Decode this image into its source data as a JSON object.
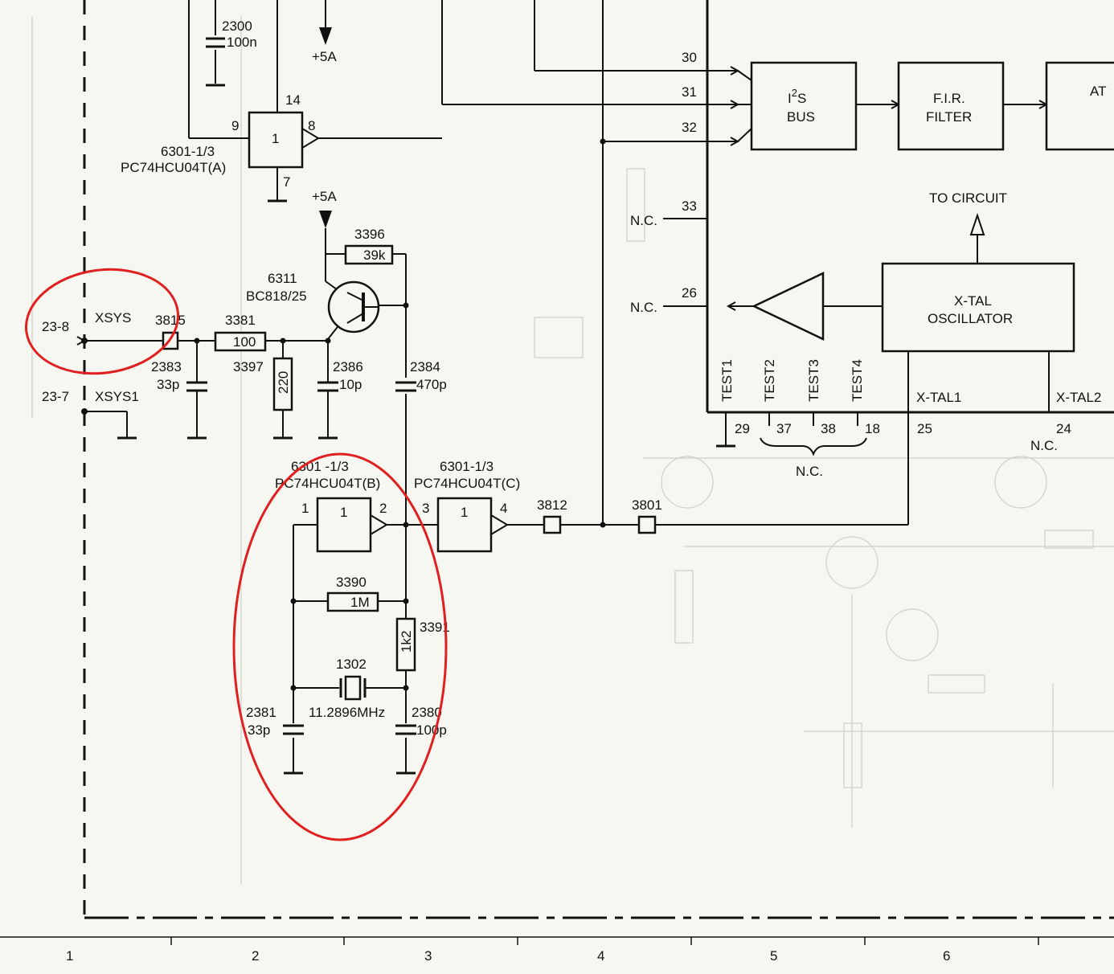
{
  "supply": {
    "label": "+5A"
  },
  "components": {
    "c2300": {
      "ref": "2300",
      "value": "100n"
    },
    "ic_a": {
      "ref": "6301-1/3",
      "part": "PC74HCU04T(A)",
      "symbol": "1",
      "pins": [
        "9",
        "8",
        "14",
        "7"
      ]
    },
    "ic_b": {
      "ref": "6301 -1/3",
      "part": "PC74HCU04T(B)",
      "symbol": "1",
      "pins": [
        "1",
        "2"
      ]
    },
    "ic_c": {
      "ref": "6301-1/3",
      "part": "PC74HCU04T(C)",
      "symbol": "1",
      "pins": [
        "3",
        "4"
      ]
    },
    "r3396": {
      "ref": "3396",
      "value": "39k"
    },
    "q6311": {
      "ref": "6311",
      "part": "BC818/25"
    },
    "r3815": {
      "ref": "3815"
    },
    "r3381": {
      "ref": "3381",
      "value": "100"
    },
    "r3397": {
      "ref": "3397",
      "value": "220"
    },
    "c2383": {
      "ref": "2383",
      "value": "33p"
    },
    "c2386": {
      "ref": "2386",
      "value": "10p"
    },
    "c2384": {
      "ref": "2384",
      "value": "470p"
    },
    "r3390": {
      "ref": "3390",
      "value": "1M"
    },
    "r3391": {
      "ref": "3391",
      "value": "1k2"
    },
    "x1302": {
      "ref": "1302",
      "value": "11.2896MHz"
    },
    "c2381": {
      "ref": "2381",
      "value": "33p"
    },
    "c2380": {
      "ref": "2380",
      "value": "100p"
    },
    "b3812": {
      "ref": "3812"
    },
    "b3801": {
      "ref": "3801"
    }
  },
  "connector": {
    "p1_ref": "23-8",
    "p1_name": "XSYS",
    "p2_ref": "23-7",
    "p2_name": "XSYS1"
  },
  "chip": {
    "pins": {
      "p30": "30",
      "p31": "31",
      "p32": "32",
      "p33": "33",
      "p26": "26",
      "p29": "29",
      "p37": "37",
      "p38": "38",
      "p18": "18",
      "p25": "25",
      "p24": "24"
    },
    "nc": "N.C.",
    "i2s_line1": "I",
    "i2s_sup": "2",
    "i2s_s": "S",
    "i2s_line2": "BUS",
    "fir_line1": "F.I.R.",
    "fir_line2": "FILTER",
    "att_label": "AT",
    "to_circuit": "TO CIRCUIT",
    "xtal_line1": "X-TAL",
    "xtal_line2": "OSCILLATOR",
    "tests": [
      "TEST1",
      "TEST2",
      "TEST3",
      "TEST4"
    ],
    "xtal1": "X-TAL1",
    "xtal2": "X-TAL2"
  },
  "grid": {
    "columns": [
      "1",
      "2",
      "3",
      "4",
      "5",
      "6"
    ]
  },
  "highlight_color": "#e02020"
}
